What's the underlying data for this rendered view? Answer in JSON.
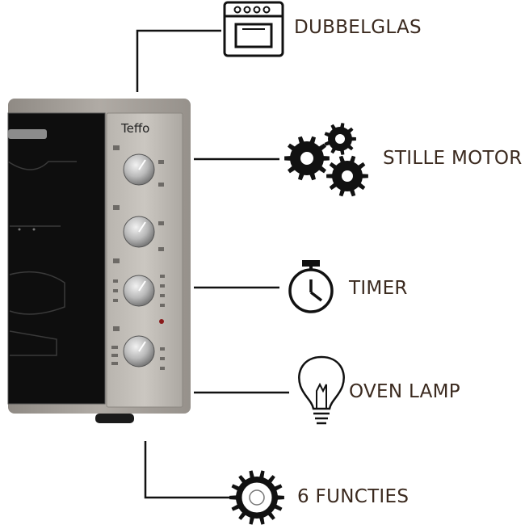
{
  "brand": "Teffo",
  "features": [
    {
      "label": "DUBBELGLAS",
      "icon": "oven-icon"
    },
    {
      "label": "STILLE MOTOR",
      "icon": "gears-icon"
    },
    {
      "label": "TIMER",
      "icon": "stopwatch-icon"
    },
    {
      "label": "OVEN LAMP",
      "icon": "light-bulb-icon"
    },
    {
      "label": "6 FUNCTIES",
      "icon": "gear-icon"
    }
  ],
  "colors": {
    "oven_body": "#a7a29c",
    "oven_panel": "#b9b5af",
    "glass": "#0e0e0e",
    "lines": "#111111",
    "label_text": "#3b2a1f",
    "indicator": "#8a1a1a"
  }
}
